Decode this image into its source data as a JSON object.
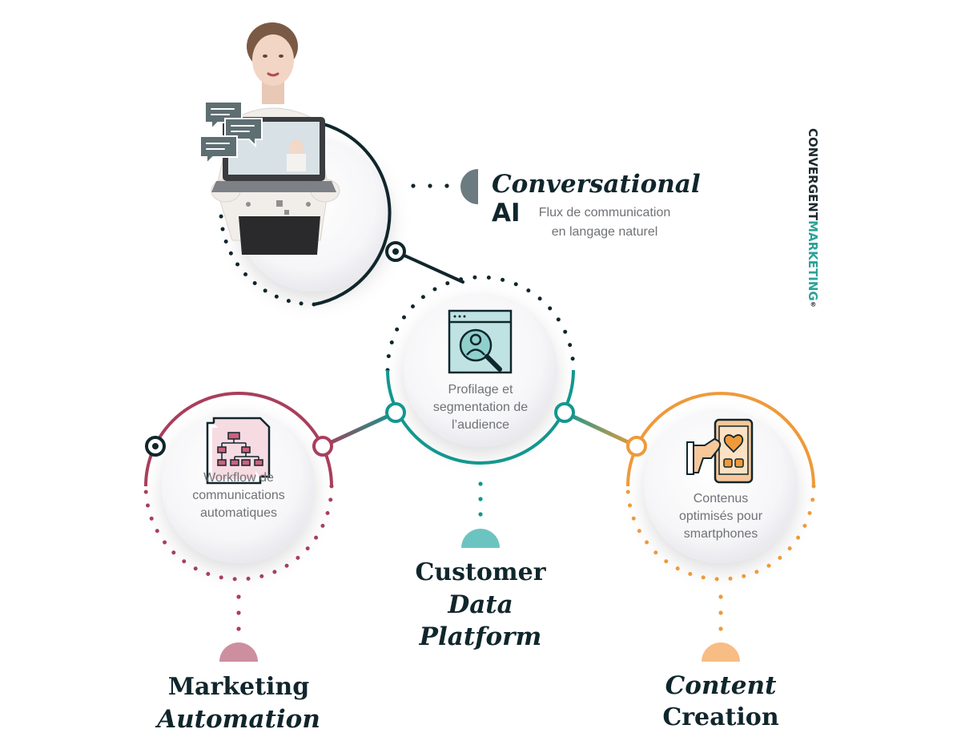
{
  "conversational": {
    "title": "Conversational",
    "title_suffix": "AI",
    "description_line1": "Flux de communication",
    "description_line2": "en langage naturel"
  },
  "cdp": {
    "description_line1": "Profilage et",
    "description_line2": "segmentation de",
    "description_line3": "l’audience",
    "title_line1": "Customer",
    "title_line2": "Data",
    "title_line3": "Platform"
  },
  "marketing_automation": {
    "description_line1": "Workflow de",
    "description_line2": "communications",
    "description_line3": "automatiques",
    "title_line1": "Marketing",
    "title_line2": "Automation"
  },
  "content_creation": {
    "description_line1": "Contenus",
    "description_line2": "optimisés pour",
    "description_line3": "smartphones",
    "title_line1": "Content",
    "title_line2": "Creation"
  },
  "brand": {
    "part1": "CONVERGENT",
    "part2": "MARKETING",
    "mark": "®"
  },
  "colors": {
    "dark": "#10262c",
    "teal": "#13978f",
    "crimson": "#a83f5c",
    "orange": "#ee9a3a",
    "gray_half": "#6b7b80"
  }
}
